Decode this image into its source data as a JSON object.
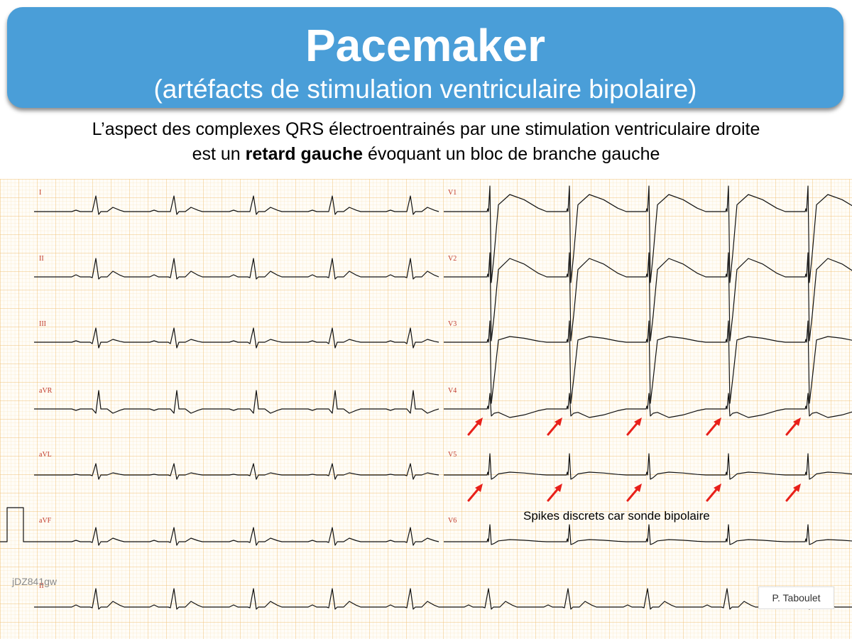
{
  "title": {
    "main": "Pacemaker",
    "subtitle": "(artéfacts de stimulation ventriculaire bipolaire)"
  },
  "caption": {
    "line1": "L’aspect des complexes QRS électroentrainés par une stimulation ventriculaire droite",
    "line2_prefix": "est un ",
    "line2_bold": "retard gauche",
    "line2_suffix": " évoquant un bloc de branche gauche"
  },
  "ecg": {
    "left_leads": [
      "I",
      "II",
      "III",
      "aVR",
      "aVL",
      "aVF",
      "II"
    ],
    "right_leads": [
      "V1",
      "V2",
      "V3",
      "V4",
      "V5",
      "V6"
    ],
    "grid_color": "#f0c27a",
    "trace_color": "#111111",
    "label_color": "#c03a2b",
    "arrow_color": "#e8201a",
    "annotation": "Spikes discrets car sonde bipolaire",
    "watermark": "jDZ841gw",
    "credit": "P. Taboulet"
  }
}
